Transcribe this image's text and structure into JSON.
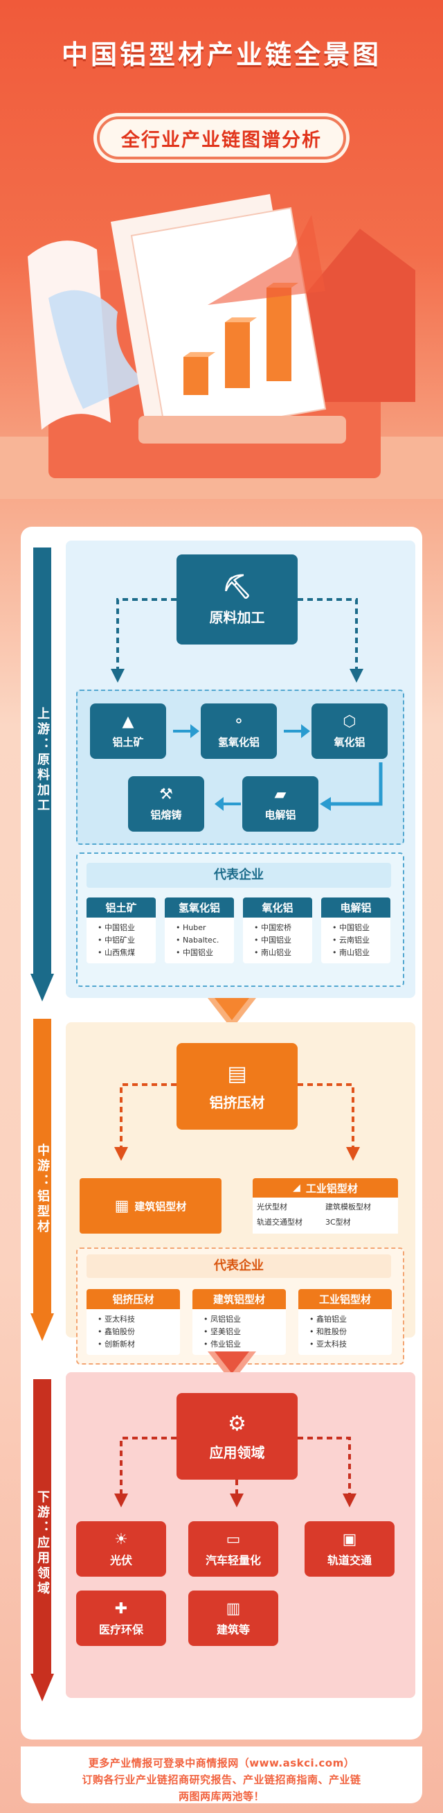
{
  "header": {
    "title": "中国铝型材产业链全景图",
    "subtitle": "全行业产业链图谱分析"
  },
  "upstream": {
    "label": "上游：原料加工",
    "core": "原料加工",
    "steps": [
      "铝土矿",
      "氢氧化铝",
      "氧化铝",
      "电解铝",
      "铝熔铸"
    ],
    "rep_title": "代表企业",
    "companies": [
      {
        "head": "铝土矿",
        "items": [
          "中国铝业",
          "中铝矿业",
          "山西焦煤"
        ]
      },
      {
        "head": "氢氧化铝",
        "items": [
          "Huber",
          "Nabaltec.",
          "中国铝业"
        ]
      },
      {
        "head": "氧化铝",
        "items": [
          "中国宏桥",
          "中国铝业",
          "南山铝业"
        ]
      },
      {
        "head": "电解铝",
        "items": [
          "中国铝业",
          "云南铝业",
          "南山铝业"
        ]
      }
    ]
  },
  "midstream": {
    "label": "中游：铝型材",
    "core": "铝挤压材",
    "building": "建筑铝型材",
    "industrial": {
      "head": "工业铝型材",
      "items": [
        "光伏型材",
        "建筑模板型材",
        "轨道交通型材",
        "3C型材"
      ]
    },
    "rep_title": "代表企业",
    "companies": [
      {
        "head": "铝挤压材",
        "items": [
          "亚太科技",
          "鑫铂股份",
          "创新新材"
        ]
      },
      {
        "head": "建筑铝型材",
        "items": [
          "凤铝铝业",
          "坚美铝业",
          "伟业铝业"
        ]
      },
      {
        "head": "工业铝型材",
        "items": [
          "鑫铂铝业",
          "和胜股份",
          "亚太科技"
        ]
      }
    ]
  },
  "downstream": {
    "label": "下游：应用领域",
    "core": "应用领域",
    "apps": [
      "光伏",
      "汽车轻量化",
      "轨道交通",
      "医疗环保",
      "建筑等"
    ]
  },
  "footer": {
    "line1": "更多产业情报可登录中商情报网（www.askci.com）",
    "line2": "订购各行业产业链招商研究报告、产业链招商指南、产业链",
    "line3": "两图两库两池等！"
  },
  "colors": {
    "upstream": "#1b6b8a",
    "midstream": "#f07a1a",
    "downstream": "#d93a2a"
  }
}
